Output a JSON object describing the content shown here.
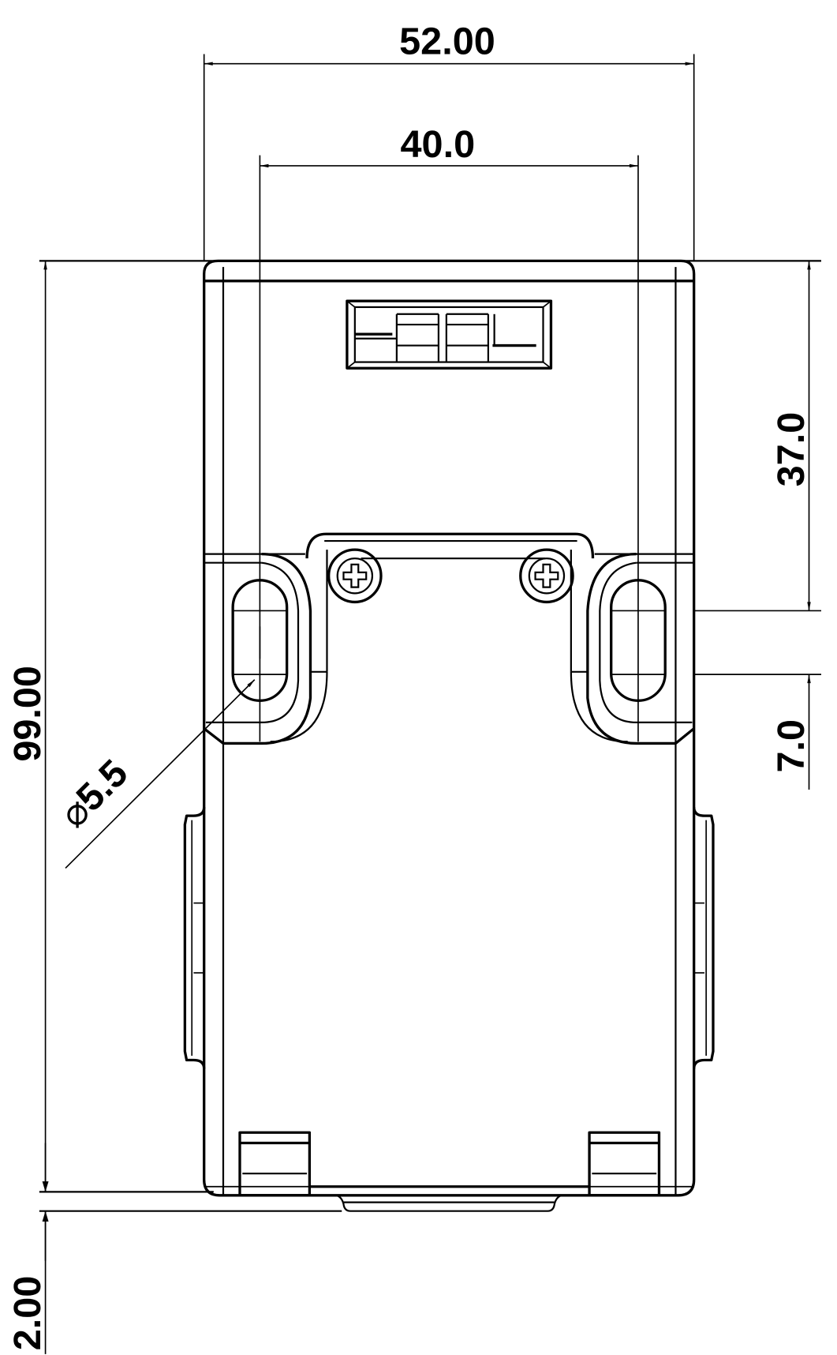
{
  "drawing": {
    "title": "Safety switch outline dimension drawing",
    "units": "mm",
    "line_color": "#000000",
    "background": "#ffffff"
  },
  "dimensions": {
    "overall_width": "52.00",
    "mounting_hole_spacing": "40.0",
    "overall_height": "99.00",
    "top_to_hole": "37.0",
    "slot_length": "7.0",
    "hole_diameter_symbol": "⌀",
    "hole_diameter": "5.5",
    "bottom_offset": "2.00"
  }
}
